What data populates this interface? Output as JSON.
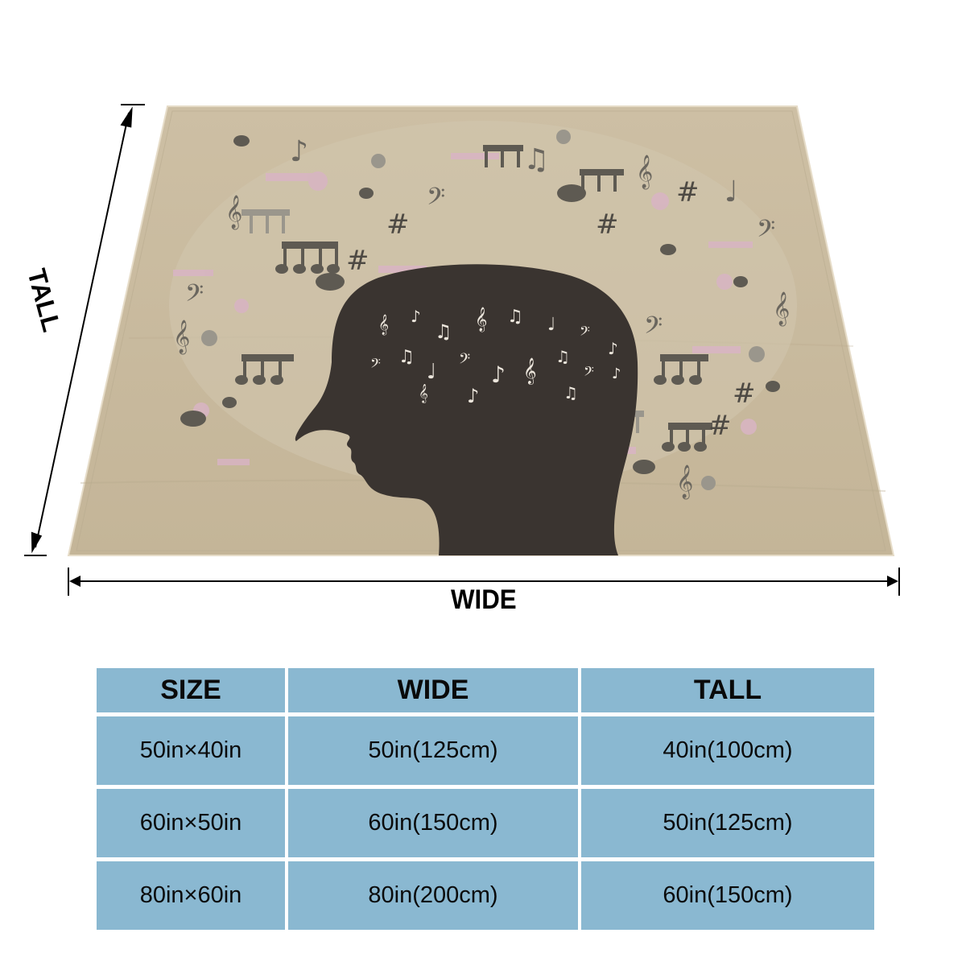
{
  "product": {
    "subject": "fleece blanket",
    "print_theme": "head silhouette with musical notes",
    "colors": {
      "blanket_background": "#c9bba0",
      "silhouette": "#3a3430",
      "notes_dark": "#5e5a52",
      "notes_gray": "#9a968c",
      "notes_pink": "#d8b4c4",
      "brain_notes": "#ece6dc"
    }
  },
  "dimension_labels": {
    "wide": "WIDE",
    "tall": "TALL"
  },
  "size_table": {
    "cell_color": "#8ab8d1",
    "headers": [
      "SIZE",
      "WIDE",
      "TALL"
    ],
    "rows": [
      [
        "50in×40in",
        "50in(125cm)",
        "40in(100cm)"
      ],
      [
        "60in×50in",
        "60in(150cm)",
        "50in(125cm)"
      ],
      [
        "80in×60in",
        "80in(200cm)",
        "60in(150cm)"
      ]
    ]
  }
}
